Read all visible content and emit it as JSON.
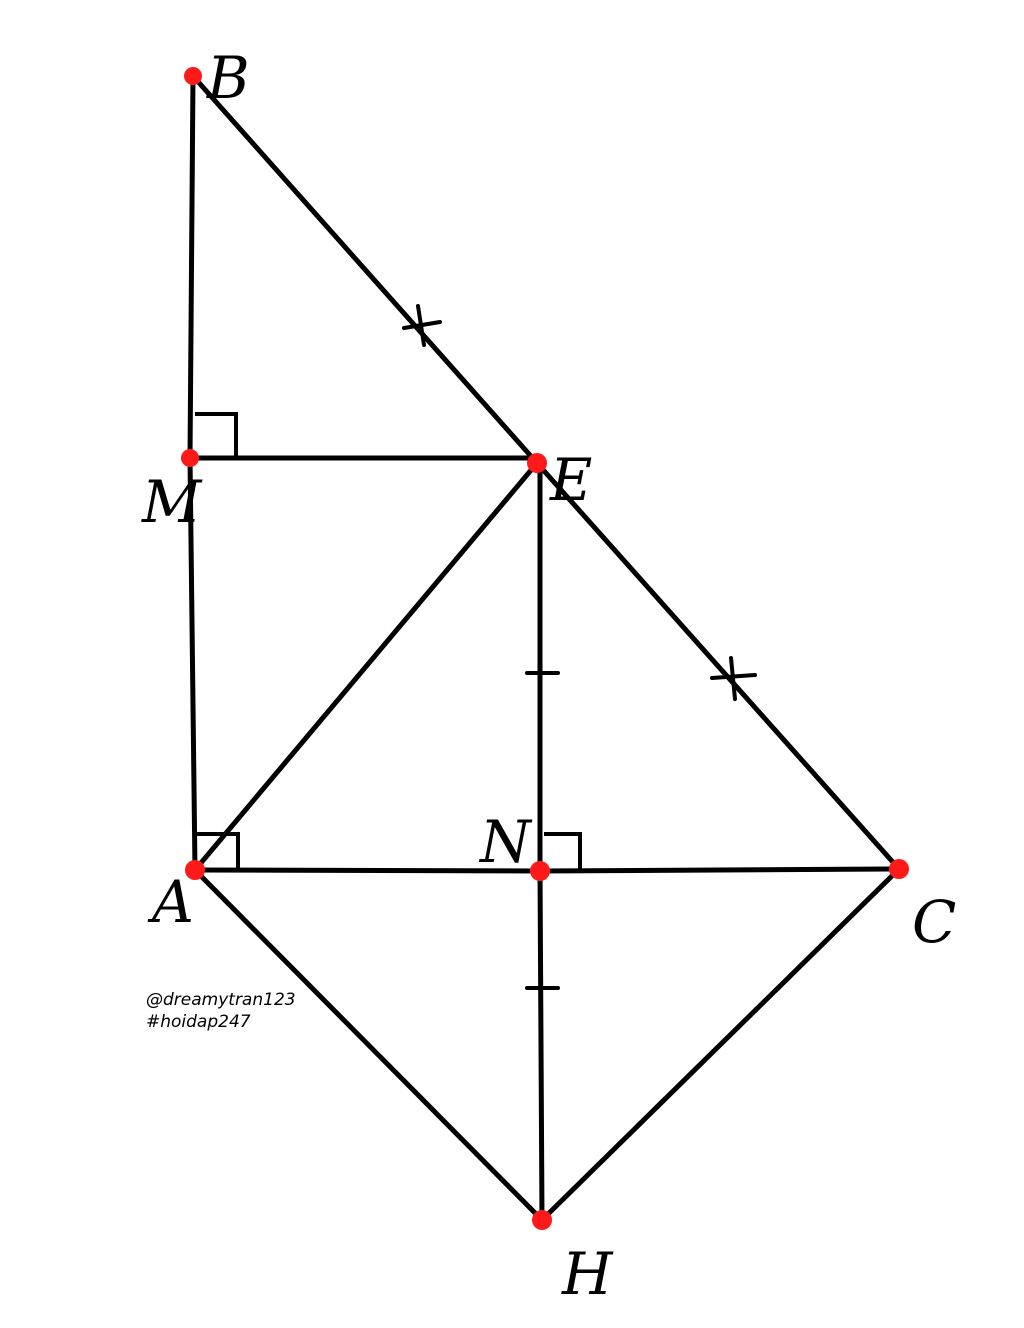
{
  "colors": {
    "line": "#000000",
    "point": "#ff1a1a",
    "background": "#ffffff"
  },
  "points": {
    "B": {
      "label": "B"
    },
    "M": {
      "label": "M"
    },
    "E": {
      "label": "E"
    },
    "A": {
      "label": "A"
    },
    "N": {
      "label": "N"
    },
    "C": {
      "label": "C"
    },
    "H": {
      "label": "H"
    }
  },
  "segments": [
    "BM",
    "MA",
    "BE",
    "EC",
    "ME",
    "AE",
    "EN",
    "NH",
    "AN",
    "NC",
    "AH",
    "CH"
  ],
  "equal_marks": {
    "cross": [
      "BE",
      "EC"
    ],
    "bar": [
      "EN",
      "NH"
    ]
  },
  "right_angles": [
    "BME",
    "MAN",
    "ENC"
  ],
  "credit": {
    "line1": "@dreamytran123",
    "line2": "#hoidap247"
  }
}
